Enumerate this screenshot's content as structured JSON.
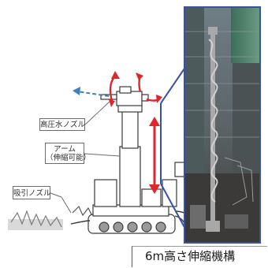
{
  "labels": {
    "high_pressure_nozzle": "高圧水ノズル",
    "arm_line1": "アーム",
    "arm_line2": "（伸縮可能）",
    "suction_nozzle": "吸引ノズル"
  },
  "caption": "6m高さ伸縮機構",
  "colors": {
    "arrow_red": "#e0262b",
    "arrow_blue": "#3e7fc2",
    "photo_frame": "#3552a6",
    "machine_line": "#3a3a3a"
  }
}
